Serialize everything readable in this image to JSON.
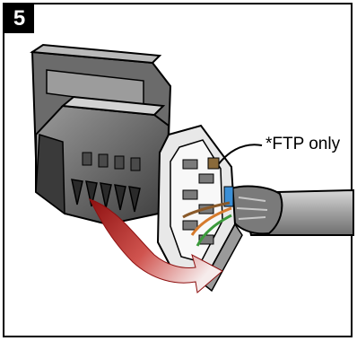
{
  "step": {
    "number": "5"
  },
  "note": {
    "text": "*FTP only"
  },
  "colors": {
    "connector_dark": "#4a4a4a",
    "connector_mid": "#8a8a8a",
    "connector_light": "#bdbdbd",
    "cable": "#9b9b9b",
    "arrow_dark": "#9b1414",
    "arrow_light": "#f3e3e3",
    "shield_blue": "#3b8fd6",
    "wire_orange": "#d67a2c",
    "wire_green": "#3b9a3b"
  },
  "icons": [
    "rotate-arrow-icon",
    "rj45-keystone-illustration"
  ]
}
